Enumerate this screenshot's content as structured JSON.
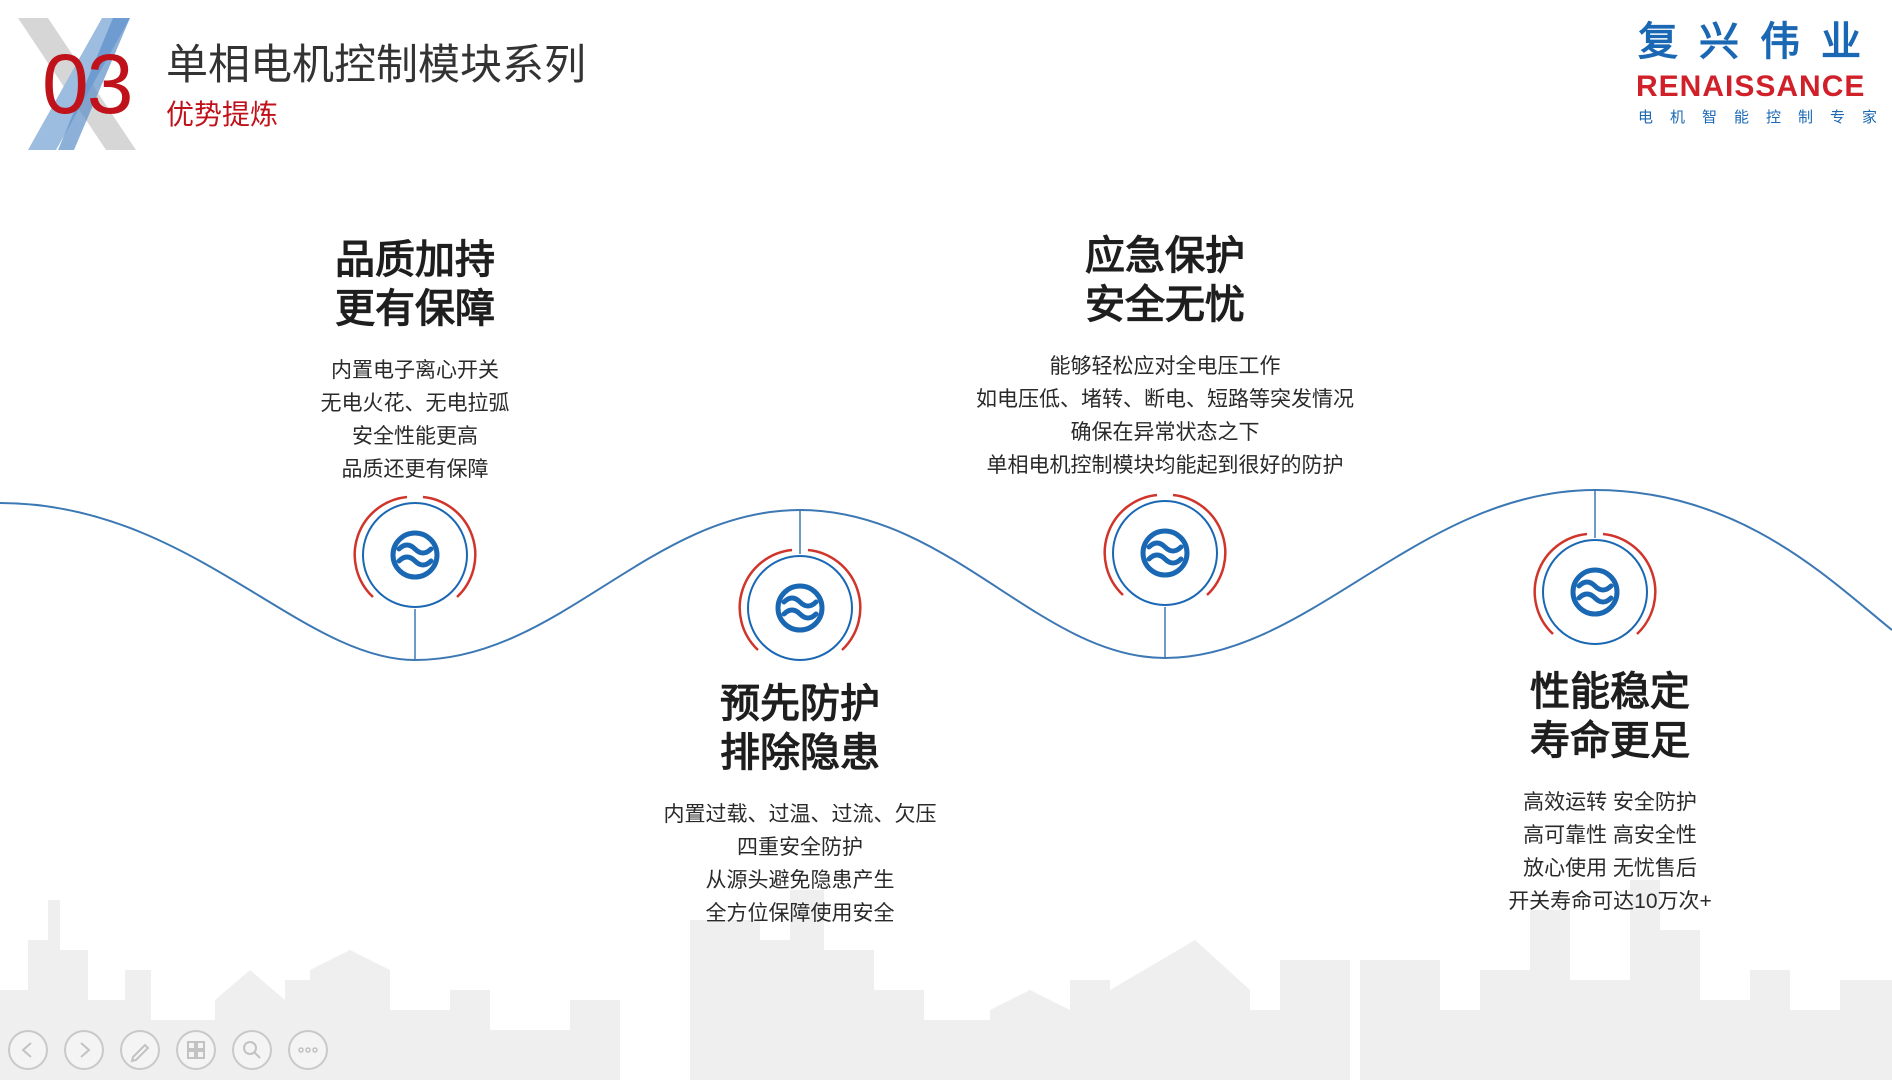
{
  "header": {
    "chapter_number": "03",
    "title": "单相电机控制模块系列",
    "subtitle": "优势提炼"
  },
  "logo": {
    "name_cn": "复兴伟业",
    "name_en": "RENAISSANCE",
    "tagline": "电机智能控制专家"
  },
  "colors": {
    "accent_red": "#c0121b",
    "brand_blue": "#1a67b3",
    "wave_blue": "#3c78b4"
  },
  "features": [
    {
      "title_line1": "品质加持",
      "title_line2": "更有保障",
      "lines": [
        "内置电子离心开关",
        "无电火花、无电拉弧",
        "安全性能更高",
        "品质还更有保障"
      ],
      "icon": "chain-link-icon"
    },
    {
      "title_line1": "预先防护",
      "title_line2": "排除隐患",
      "lines": [
        "内置过载、过温、过流、欠压",
        "四重安全防护",
        "从源头避免隐患产生",
        "全方位保障使用安全"
      ],
      "icon": "chain-link-icon"
    },
    {
      "title_line1": "应急保护",
      "title_line2": "安全无忧",
      "lines": [
        "能够轻松应对全电压工作",
        "如电压低、堵转、断电、短路等突发情况",
        "确保在异常状态之下",
        "单相电机控制模块均能起到很好的防护"
      ],
      "icon": "chain-link-icon"
    },
    {
      "title_line1": "性能稳定",
      "title_line2": "寿命更足",
      "lines": [
        "高效运转 安全防护",
        "高可靠性 高安全性",
        "放心使用 无忧售后",
        "开关寿命可达10万次+"
      ],
      "icon": "chain-link-icon"
    }
  ],
  "nav_buttons": [
    {
      "icon": "previous-icon"
    },
    {
      "icon": "next-icon"
    },
    {
      "icon": "pen-icon"
    },
    {
      "icon": "slides-grid-icon"
    },
    {
      "icon": "zoom-icon"
    },
    {
      "icon": "more-icon"
    }
  ]
}
